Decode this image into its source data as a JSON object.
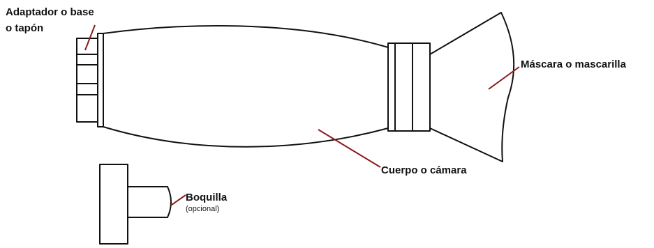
{
  "labels": {
    "adapter_line1": "Adaptador o base",
    "adapter_line2": "o tapón",
    "mask": "Máscara o mascarilla",
    "body": "Cuerpo o cámara",
    "mouthpiece": "Boquilla",
    "mouthpiece_note": "(opcional)"
  },
  "colors": {
    "outline": "#111111",
    "pointer": "#8b1a1a",
    "background": "#ffffff"
  }
}
